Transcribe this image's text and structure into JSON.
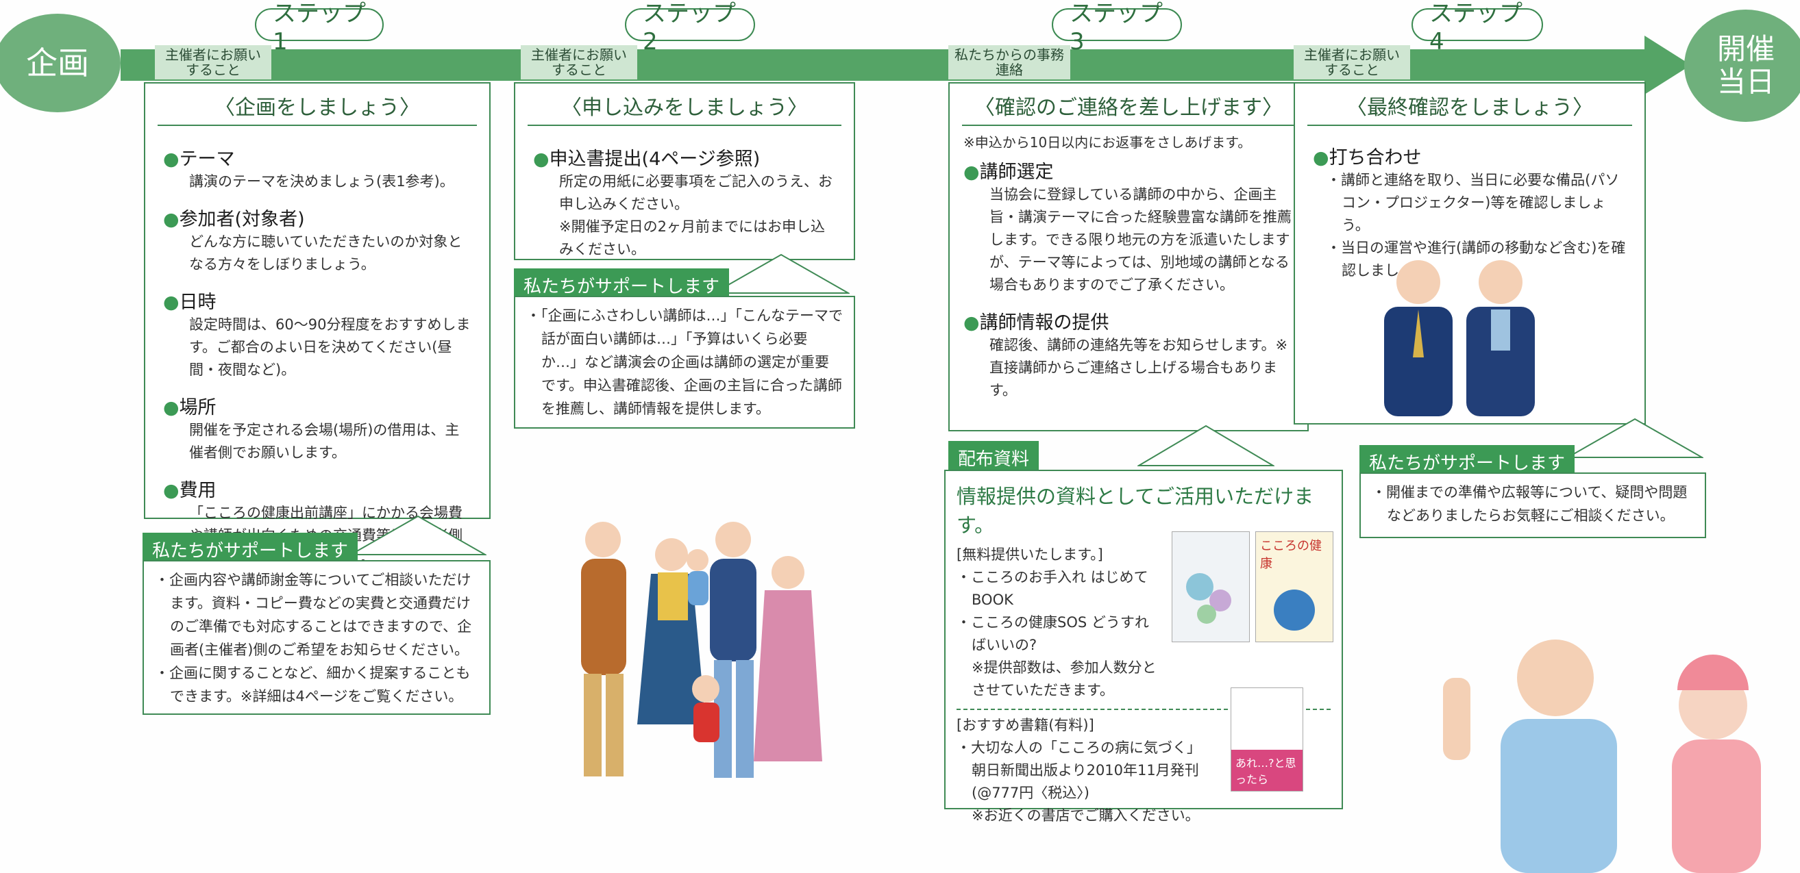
{
  "start": "企画",
  "end": "開催当日",
  "steps": [
    {
      "pill": "ステップ1",
      "tag": "主催者にお願いすること",
      "title": "〈企画をしましょう〉",
      "items": [
        {
          "head": "テーマ",
          "body": "講演のテーマを決めましょう(表1参考)。"
        },
        {
          "head": "参加者(対象者)",
          "body": "どんな方に聴いていただきたいのか対象となる方々をしぼりましょう。"
        },
        {
          "head": "日時",
          "body": "設定時間は、60〜90分程度をおすすめします。ご都合のよい日を決めてください(昼間・夜間など)。"
        },
        {
          "head": "場所",
          "body": "開催を予定される会場(場所)の借用は、主催者側でお願いします。"
        },
        {
          "head": "費用",
          "body": "「こころの健康出前講座」にかかる会場費や講師が出向くための交通費等は主催者側に実費ご負担いただきます。"
        }
      ],
      "support_header": "私たちがサポートします",
      "support": [
        "企画内容や講師謝金等についてご相談いただけます。資料・コピー費などの実費と交通費だけのご準備でも対応することはできますので、企画者(主催者)側のご希望をお知らせください。",
        "企画に関することなど、細かく提案することもできます。※詳細は4ページをご覧ください。"
      ]
    },
    {
      "pill": "ステップ2",
      "tag": "主催者にお願いすること",
      "title": "〈申し込みをしましょう〉",
      "items": [
        {
          "head": "申込書提出(4ページ参照)",
          "body": "所定の用紙に必要事項をご記入のうえ、お申し込みください。"
        },
        {
          "head": "",
          "body": "※開催予定日の2ヶ月前までにはお申し込みください。"
        }
      ],
      "support_header": "私たちがサポートします",
      "support": [
        "「企画にふさわしい講師は…」「こんなテーマで話が面白い講師は…」「予算はいくら必要か…」など講演会の企画は講師の選定が重要です。申込書確認後、企画の主旨に合った講師を推薦し、講師情報を提供します。"
      ]
    },
    {
      "pill": "ステップ3",
      "tag": "私たちからの事務連絡",
      "title": "〈確認のご連絡を差し上げます〉",
      "note": "※申込から10日以内にお返事をさしあげます。",
      "items": [
        {
          "head": "講師選定",
          "body": "当協会に登録している講師の中から、企画主旨・講演テーマに合った経験豊富な講師を推薦します。できる限り地元の方を派遣いたしますが、テーマ等によっては、別地域の講師となる場合もありますのでご了承ください。"
        },
        {
          "head": "講師情報の提供",
          "body": "確認後、講師の連絡先等をお知らせします。※直接講師からご連絡さし上げる場合もあります。"
        }
      ],
      "dist_header": "配布資料",
      "dist_title": "情報提供の資料としてご活用いただけます。",
      "free_label": "[無料提供いたします。]",
      "free_items": [
        "こころのお手入れ はじめてBOOK",
        "こころの健康SOS どうすればいいの?"
      ],
      "free_note": "※提供部数は、参加人数分とさせていただきます。",
      "book_label": "[おすすめ書籍(有料)]",
      "book_item": "大切な人の「こころの病に気づく」朝日新聞出版より2010年11月発刊(@777円〈税込〉)",
      "book_note": "※お近くの書店でご購入ください。",
      "book1_title": "こころの健康",
      "book2_title": "あれ…?と思ったら"
    },
    {
      "pill": "ステップ4",
      "tag": "主催者にお願いすること",
      "title": "〈最終確認をしましょう〉",
      "items": [
        {
          "head": "打ち合わせ",
          "body": ""
        }
      ],
      "bullets": [
        "講師と連絡を取り、当日に必要な備品(パソコン・プロジェクター)等を確認しましょう。",
        "当日の運営や進行(講師の移動など含む)を確認しましょう。"
      ],
      "support_header": "私たちがサポートします",
      "support": [
        "開催までの準備や広報等について、疑問や問題などありましたらお気軽にご相談ください。"
      ]
    }
  ],
  "colors": {
    "accent": "#3c9a55",
    "band": "#55a466",
    "circle": "#6fb07c"
  }
}
